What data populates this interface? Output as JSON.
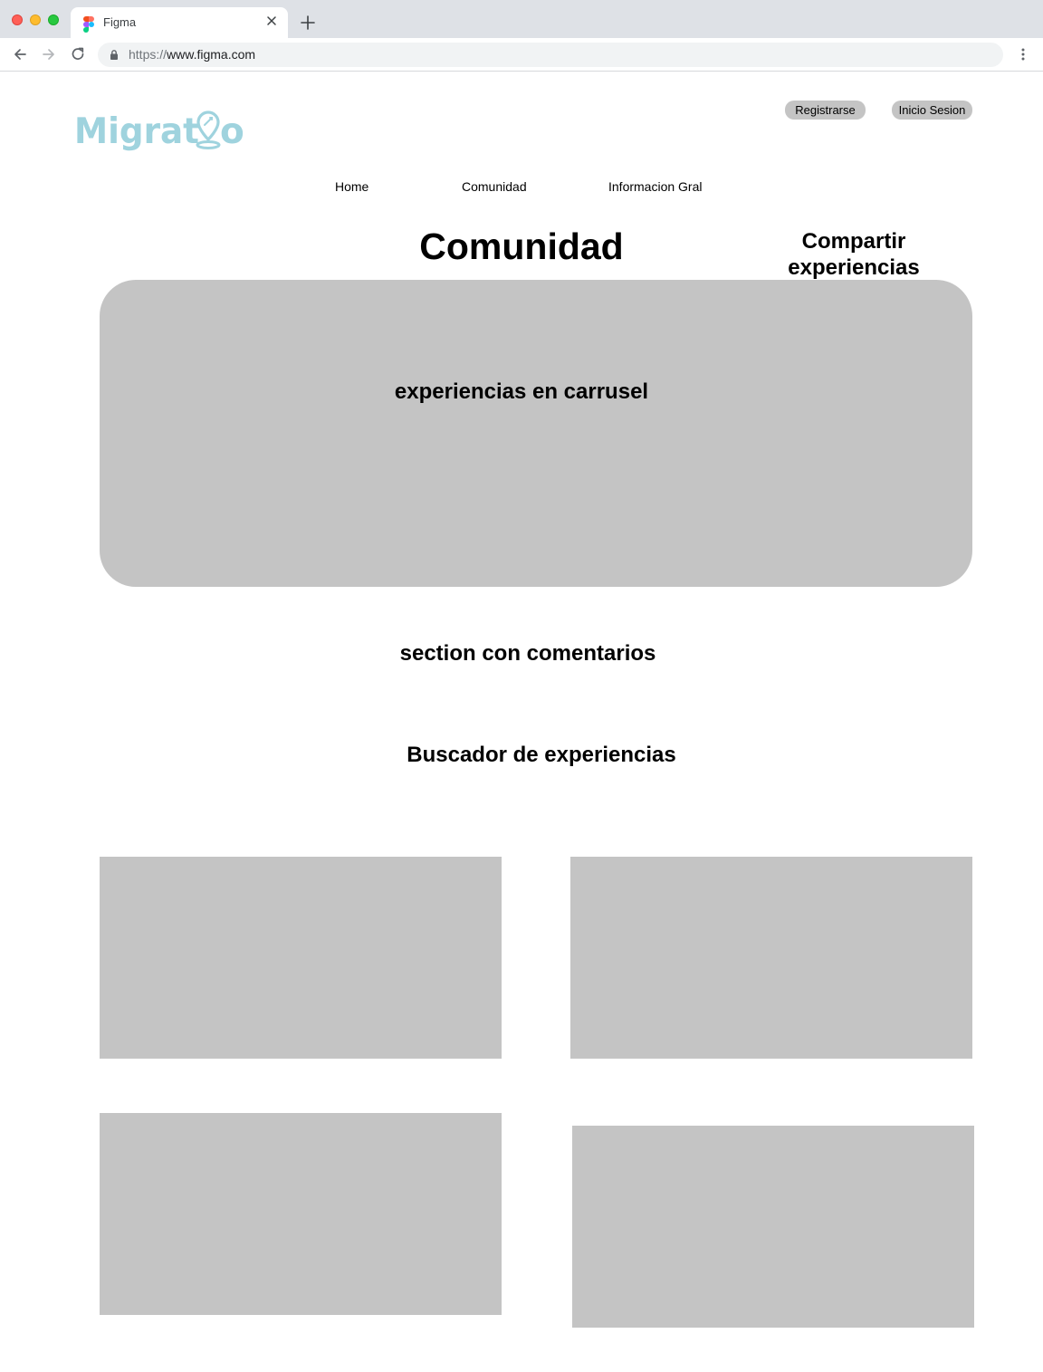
{
  "browser": {
    "tab_title": "Figma",
    "url_scheme": "https://",
    "url_host": "www.figma.com",
    "icons": [
      "figma-favicon",
      "close-icon",
      "plus-icon",
      "back-arrow-icon",
      "forward-arrow-icon",
      "reload-icon",
      "lock-icon",
      "more-vert-icon"
    ]
  },
  "header": {
    "logo_text": "Migratio",
    "logo_color": "#9fd3de",
    "register_label": "Registrarse",
    "login_label": "Inicio Sesion"
  },
  "nav": {
    "items": [
      {
        "label": "Home"
      },
      {
        "label": "Comunidad"
      },
      {
        "label": "Informacion Gral"
      }
    ]
  },
  "main": {
    "title": "Comunidad",
    "share_line1": "Compartir",
    "share_line2": "experiencias",
    "carousel_label": "experiencias en carrusel",
    "comments_heading": "section con comentarios",
    "search_heading": "Buscador de experiencias",
    "placeholder_color": "#c4c4c4"
  }
}
